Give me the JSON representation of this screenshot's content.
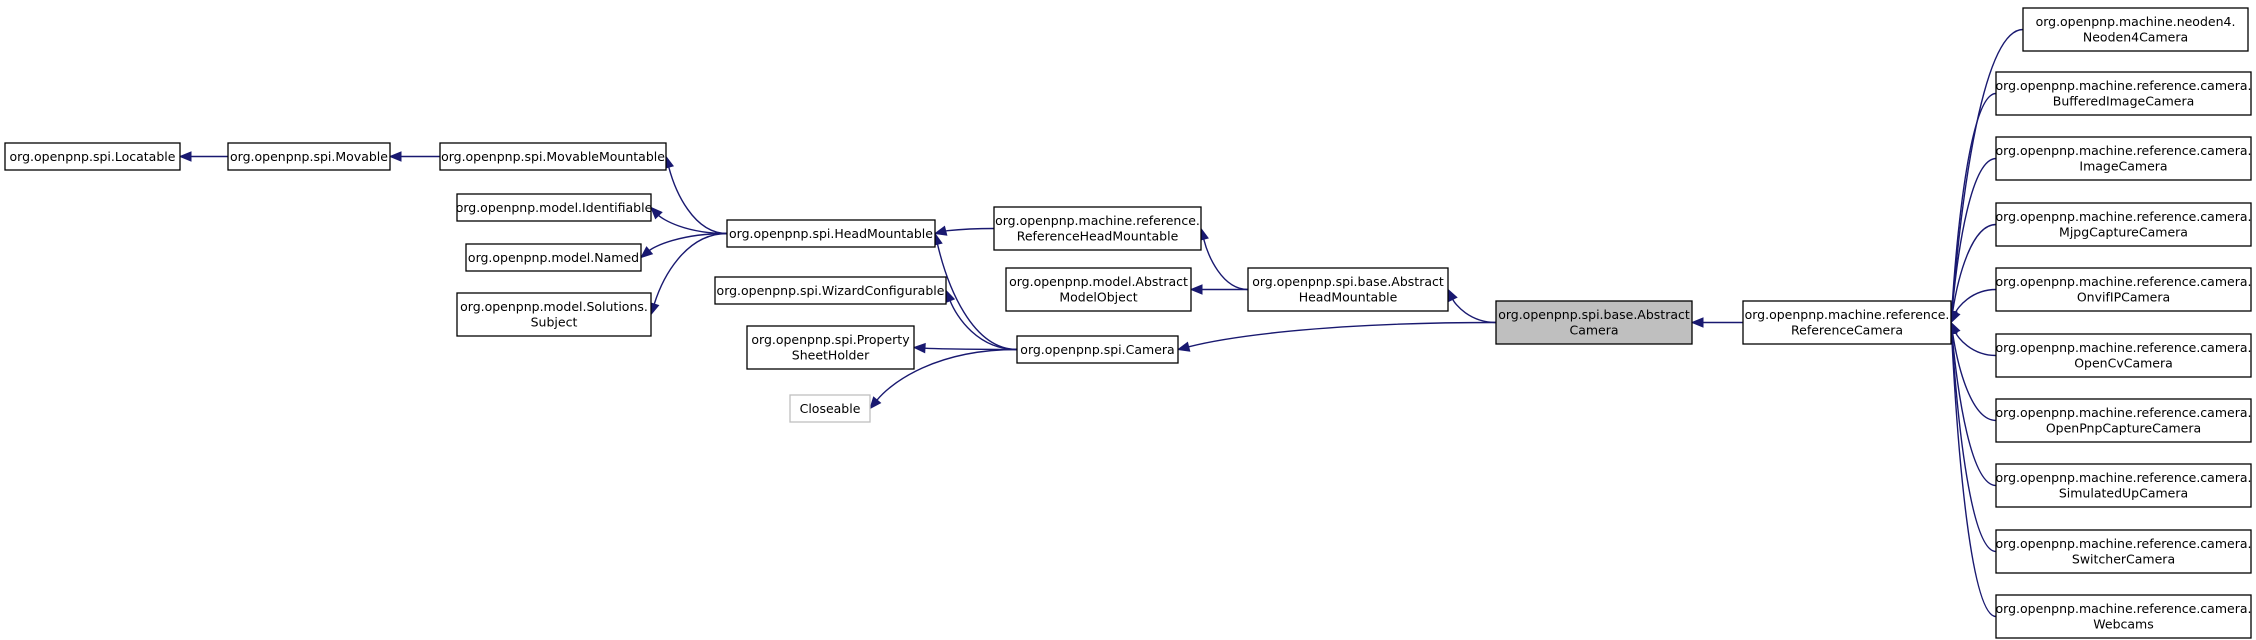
{
  "nodes": {
    "locatable": [
      "org.openpnp.spi.Locatable"
    ],
    "movable": [
      "org.openpnp.spi.Movable"
    ],
    "movable_mountable": [
      "org.openpnp.spi.MovableMountable"
    ],
    "identifiable": [
      "org.openpnp.model.Identifiable"
    ],
    "named": [
      "org.openpnp.model.Named"
    ],
    "solutions_subject": [
      "org.openpnp.model.Solutions.",
      "Subject"
    ],
    "head_mountable": [
      "org.openpnp.spi.HeadMountable"
    ],
    "wizard_configurable": [
      "org.openpnp.spi.WizardConfigurable"
    ],
    "property_sheet_holder": [
      "org.openpnp.spi.Property",
      "SheetHolder"
    ],
    "closeable": [
      "Closeable"
    ],
    "camera": [
      "org.openpnp.spi.Camera"
    ],
    "reference_head_mountable": [
      "org.openpnp.machine.reference.",
      "ReferenceHeadMountable"
    ],
    "abstract_model_object": [
      "org.openpnp.model.Abstract",
      "ModelObject"
    ],
    "abstract_head_mountable": [
      "org.openpnp.spi.base.Abstract",
      "HeadMountable"
    ],
    "abstract_camera": [
      "org.openpnp.spi.base.Abstract",
      "Camera"
    ],
    "reference_camera": [
      "org.openpnp.machine.reference.",
      "ReferenceCamera"
    ],
    "neoden4_camera": [
      "org.openpnp.machine.neoden4.",
      "Neoden4Camera"
    ],
    "buffered_image_camera": [
      "org.openpnp.machine.reference.camera.",
      "BufferedImageCamera"
    ],
    "image_camera": [
      "org.openpnp.machine.reference.camera.",
      "ImageCamera"
    ],
    "mjpg_capture_camera": [
      "org.openpnp.machine.reference.camera.",
      "MjpgCaptureCamera"
    ],
    "onvif_ip_camera": [
      "org.openpnp.machine.reference.camera.",
      "OnvifIPCamera"
    ],
    "open_cv_camera": [
      "org.openpnp.machine.reference.camera.",
      "OpenCvCamera"
    ],
    "open_pnp_capture_camera": [
      "org.openpnp.machine.reference.camera.",
      "OpenPnpCaptureCamera"
    ],
    "simulated_up_camera": [
      "org.openpnp.machine.reference.camera.",
      "SimulatedUpCamera"
    ],
    "switcher_camera": [
      "org.openpnp.machine.reference.camera.",
      "SwitcherCamera"
    ],
    "webcams": [
      "org.openpnp.machine.reference.camera.",
      "Webcams"
    ]
  },
  "highlighted_node": "abstract_camera",
  "external_nodes": [
    "closeable"
  ],
  "edges": [
    {
      "from": "movable",
      "to": "locatable"
    },
    {
      "from": "movable_mountable",
      "to": "movable"
    },
    {
      "from": "head_mountable",
      "to": "movable_mountable"
    },
    {
      "from": "head_mountable",
      "to": "identifiable"
    },
    {
      "from": "head_mountable",
      "to": "named"
    },
    {
      "from": "head_mountable",
      "to": "solutions_subject"
    },
    {
      "from": "camera",
      "to": "head_mountable"
    },
    {
      "from": "camera",
      "to": "wizard_configurable"
    },
    {
      "from": "camera",
      "to": "property_sheet_holder"
    },
    {
      "from": "camera",
      "to": "closeable"
    },
    {
      "from": "reference_head_mountable",
      "to": "head_mountable"
    },
    {
      "from": "abstract_head_mountable",
      "to": "reference_head_mountable"
    },
    {
      "from": "abstract_head_mountable",
      "to": "abstract_model_object"
    },
    {
      "from": "abstract_camera",
      "to": "abstract_head_mountable"
    },
    {
      "from": "abstract_camera",
      "to": "camera"
    },
    {
      "from": "reference_camera",
      "to": "abstract_camera"
    },
    {
      "from": "neoden4_camera",
      "to": "reference_camera"
    },
    {
      "from": "buffered_image_camera",
      "to": "reference_camera"
    },
    {
      "from": "image_camera",
      "to": "reference_camera"
    },
    {
      "from": "mjpg_capture_camera",
      "to": "reference_camera"
    },
    {
      "from": "onvif_ip_camera",
      "to": "reference_camera"
    },
    {
      "from": "open_cv_camera",
      "to": "reference_camera"
    },
    {
      "from": "open_pnp_capture_camera",
      "to": "reference_camera"
    },
    {
      "from": "simulated_up_camera",
      "to": "reference_camera"
    },
    {
      "from": "switcher_camera",
      "to": "reference_camera"
    },
    {
      "from": "webcams",
      "to": "reference_camera"
    }
  ]
}
